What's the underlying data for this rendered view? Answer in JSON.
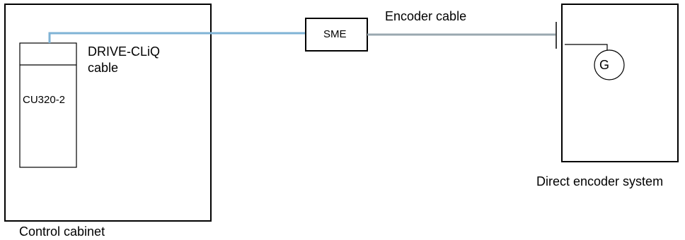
{
  "labels": {
    "control_cabinet": "Control cabinet",
    "cu": "CU320-2",
    "drive_cliq_line1": "DRIVE-CLiQ",
    "drive_cliq_line2": "cable",
    "sme": "SME",
    "encoder_cable": "Encoder cable",
    "encoder_g": "G",
    "direct_encoder_system": "Direct encoder system"
  },
  "colors": {
    "outline": "#000000",
    "drive_cliq_cable": "#7fb3d5",
    "encoder_cable": "#9aa8b0"
  }
}
